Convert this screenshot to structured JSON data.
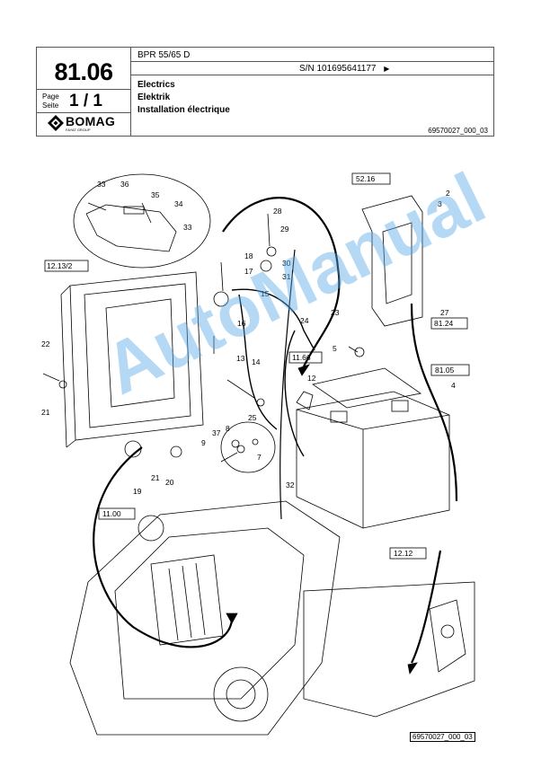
{
  "header": {
    "section_number": "81.06",
    "page_label_de": "Page",
    "page_label_fr": "Seite",
    "page_number": "1 / 1",
    "model": "BPR 55/65 D",
    "serial": "S/N 101695641177",
    "serial_arrow": "▶",
    "title_en": "Electrics",
    "title_de": "Elektrik",
    "title_fr": "Installation électrique",
    "drawing_code": "69570027_000_03",
    "logo_text": "BOMAG",
    "logo_sub": "FAYAT GROUP"
  },
  "drawing": {
    "part_labels": [
      "2",
      "3",
      "4",
      "5",
      "7",
      "8",
      "9",
      "12",
      "13",
      "14",
      "15",
      "16",
      "17",
      "18",
      "19",
      "20",
      "21",
      "21",
      "22",
      "23",
      "24",
      "25",
      "27",
      "28",
      "29",
      "30",
      "31",
      "32",
      "33",
      "33",
      "34",
      "35",
      "36",
      "37"
    ],
    "ref_boxes": [
      "52.16",
      "12.13/2",
      "81.24",
      "11.66",
      "81.05",
      "11.00",
      "12.12"
    ],
    "footer_code": "69570027_000_03"
  },
  "watermark": "AutoManual",
  "colors": {
    "line": "#000000",
    "watermark": "#5aaae6"
  }
}
